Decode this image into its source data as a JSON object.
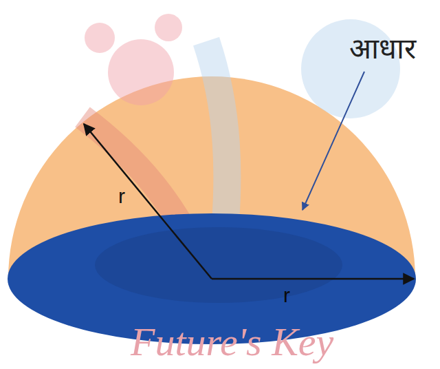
{
  "diagram": {
    "labels": [
      "r",
      "r",
      "आधार",
      "Future's Key"
    ]
  }
}
